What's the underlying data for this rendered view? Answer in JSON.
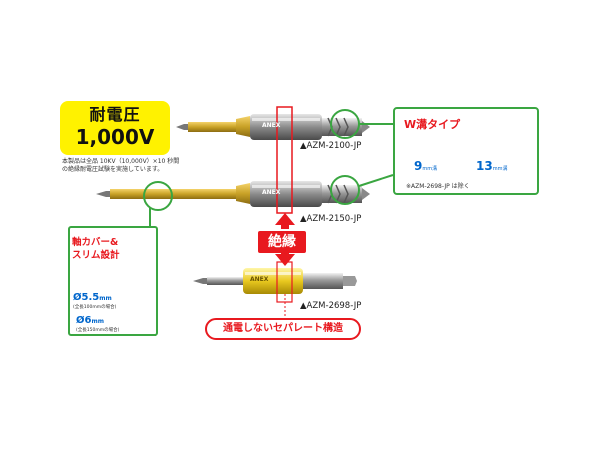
{
  "badge": {
    "line1": "耐電圧",
    "line2": "1,000V"
  },
  "note": {
    "line1": "本製品は全品 10KV（10,000V）×10 秒間",
    "line2": "の絶縁耐電圧試験を実施しています。"
  },
  "models": [
    "▲AZM-2100-JP",
    "▲AZM-2150-JP",
    "▲AZM-2698-JP"
  ],
  "wgroove": {
    "title": "W溝タイプ",
    "size1": "9",
    "size1_unit": "mm溝",
    "size2": "13",
    "size2_unit": "mm溝",
    "note": "※AZM-2698-JP は除く"
  },
  "insulation": "絶縁",
  "separate": "通電しないセパレート構造",
  "cover": {
    "line1": "軸カバー&",
    "line2": "スリム設計",
    "d1": "5.5",
    "d1_unit": "mm",
    "d1_sub": "(全長100mmの場合)",
    "d2": "6",
    "d2_unit": "mm",
    "d2_sub": "(全長150mmの場合)"
  },
  "brand": "ANEX",
  "colors": {
    "accent_red": "#e8191f",
    "green": "#3aa641",
    "yellow": "#fff200",
    "blue": "#0066cc"
  },
  "icons": [
    "diameter-icon",
    "up-arrow-icon",
    "down-arrow-icon"
  ]
}
